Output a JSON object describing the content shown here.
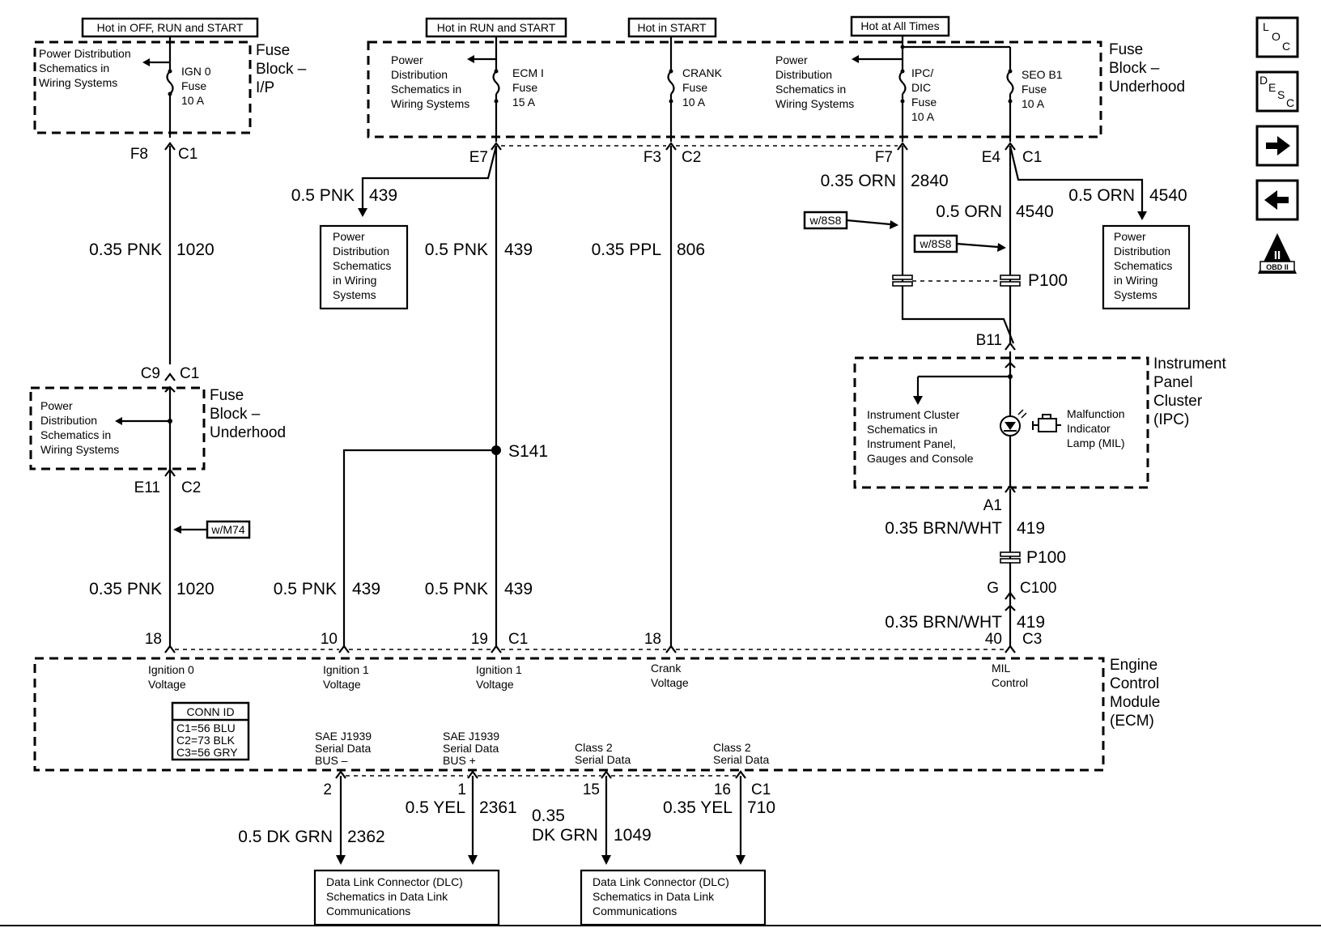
{
  "fuse_block_ip": {
    "hot_label": "Hot in OFF, RUN and START",
    "title": [
      "Fuse",
      "Block –",
      "I/P"
    ],
    "pd_ref": [
      "Power Distribution",
      "Schematics in",
      "Wiring Systems"
    ],
    "fuse": [
      "IGN 0",
      "Fuse",
      "10 A"
    ],
    "connector": {
      "pin": "F8",
      "conn": "C1"
    }
  },
  "fuse_block_underhood": {
    "hot_labels": [
      "Hot in RUN and START",
      "Hot in START",
      "Hot at All Times"
    ],
    "title": [
      "Fuse",
      "Block –",
      "Underhood"
    ],
    "pd_ref_left": [
      "Power",
      "Distribution",
      "Schematics in",
      "Wiring Systems"
    ],
    "pd_ref_right": [
      "Power",
      "Distribution",
      "Schematics in",
      "Wiring Systems"
    ],
    "fuse_ecm": [
      "ECM I",
      "Fuse",
      "15 A"
    ],
    "fuse_crank": [
      "CRANK",
      "Fuse",
      "10 A"
    ],
    "fuse_ipc": [
      "IPC/",
      "DIC",
      "Fuse",
      "10 A"
    ],
    "fuse_seo": [
      "SEO B1",
      "Fuse",
      "10 A"
    ],
    "pins": {
      "e7": "E7",
      "f3": "F3",
      "c2": "C2",
      "f7": "F7",
      "e4": "E4",
      "c1": "C1"
    }
  },
  "fuse_block_underhood_2": {
    "title": [
      "Fuse",
      "Block –",
      "Underhood"
    ],
    "pd_ref": [
      "Power",
      "Distribution",
      "Schematics in",
      "Wiring Systems"
    ],
    "top_pin": "C9",
    "top_conn": "C1",
    "bottom_pin": "E11",
    "bottom_conn": "C2"
  },
  "wires": {
    "w1020_a": {
      "gauge": "0.35 PNK",
      "circuit": "1020"
    },
    "w1020_b": {
      "gauge": "0.35 PNK",
      "circuit": "1020"
    },
    "w439_branch": {
      "gauge": "0.5 PNK",
      "circuit": "439"
    },
    "w439_main": {
      "gauge": "0.5 PNK",
      "circuit": "439"
    },
    "w439_s141": {
      "gauge": "0.5 PNK",
      "circuit": "439"
    },
    "w439_bottom": {
      "gauge": "0.5 PNK",
      "circuit": "439"
    },
    "w806": {
      "gauge": "0.35 PPL",
      "circuit": "806"
    },
    "w2840": {
      "gauge": "0.35 ORN",
      "circuit": "2840"
    },
    "w4540_a": {
      "gauge": "0.5 ORN",
      "circuit": "4540"
    },
    "w4540_b": {
      "gauge": "0.5 ORN",
      "circuit": "4540"
    },
    "w419_a": {
      "gauge": "0.35 BRN/WHT",
      "circuit": "419"
    },
    "w419_b": {
      "gauge": "0.35 BRN/WHT",
      "circuit": "419"
    },
    "w2362": {
      "gauge": "0.5 DK GRN",
      "circuit": "2362"
    },
    "w2361": {
      "gauge": "0.5 YEL",
      "circuit": "2361"
    },
    "w1049": {
      "gauge": [
        "0.35",
        "DK GRN"
      ],
      "circuit": "1049"
    },
    "w710": {
      "gauge": "0.35 YEL",
      "circuit": "710"
    }
  },
  "options": {
    "wm74": "w/M74",
    "w8s8_a": "w/8S8",
    "w8s8_b": "w/8S8"
  },
  "splices": {
    "s141": "S141",
    "p100_a": "P100",
    "p100_b": "P100"
  },
  "pd_box_left": [
    "Power",
    "Distribution",
    "Schematics",
    "in Wiring",
    "Systems"
  ],
  "pd_box_right": [
    "Power",
    "Distribution",
    "Schematics",
    "in Wiring",
    "Systems"
  ],
  "ipc": {
    "title": [
      "Instrument",
      "Panel",
      "Cluster",
      "(IPC)"
    ],
    "ref": [
      "Instrument  Cluster",
      "Schematics in",
      "Instrument Panel,",
      "Gauges and Console"
    ],
    "mil": [
      "Malfunction",
      "Indicator",
      "Lamp (MIL)"
    ],
    "b11": "B11",
    "a1": "A1",
    "g": "G",
    "c100": "C100"
  },
  "ecm": {
    "title": [
      "Engine",
      "Control",
      "Module",
      "(ECM)"
    ],
    "pins_top": [
      {
        "pin": "18",
        "label": [
          "Ignition 0",
          "Voltage"
        ]
      },
      {
        "pin": "10",
        "label": [
          "Ignition 1",
          "Voltage"
        ]
      },
      {
        "pin": "19",
        "label": [
          "Ignition 1",
          "Voltage"
        ],
        "conn": "C1"
      },
      {
        "pin": "18",
        "label": [
          "Crank",
          "Voltage"
        ]
      },
      {
        "pin": "40",
        "label": [
          "MIL",
          "Control"
        ],
        "conn": "C3"
      }
    ],
    "conn_id": {
      "title": "CONN ID",
      "rows": [
        "C1=56 BLU",
        "C2=73 BLK",
        "C3=56 GRY"
      ]
    },
    "pins_bottom": [
      {
        "pin": "2",
        "label": [
          "SAE J1939",
          "Serial Data",
          "BUS –"
        ]
      },
      {
        "pin": "1",
        "label": [
          "SAE J1939",
          "Serial Data",
          "BUS +"
        ]
      },
      {
        "pin": "15",
        "label": [
          "Class 2",
          "Serial Data"
        ]
      },
      {
        "pin": "16",
        "label": [
          "Class 2",
          "Serial Data"
        ],
        "conn": "C1"
      }
    ]
  },
  "dlc_boxes": [
    [
      "Data Link Connector (DLC)",
      "Schematics in Data Link",
      "Communications"
    ],
    [
      "Data Link Connector (DLC)",
      "Schematics in Data Link",
      "Communications"
    ]
  ],
  "nav_icons": {
    "loc": [
      "L",
      "O",
      "C"
    ],
    "desc": [
      "D",
      "E",
      "S",
      "C"
    ],
    "obd": "OBD II",
    "obd_mark": "II"
  }
}
